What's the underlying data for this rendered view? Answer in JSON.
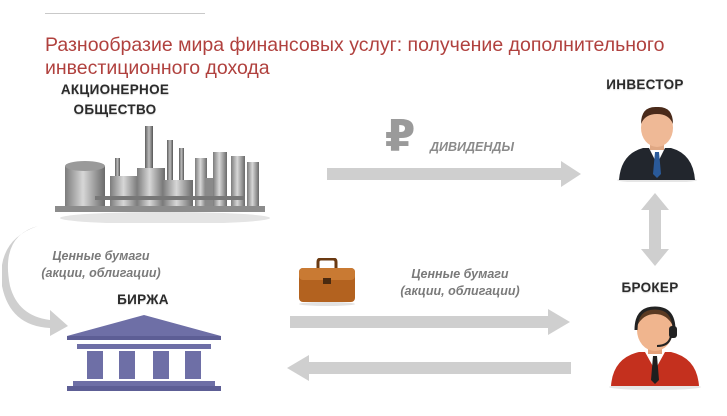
{
  "title": "Разнообразие мира финансовых услуг: получение дополнительного инвестиционного дохода",
  "nodes": {
    "company": "АКЦИОНЕРНОЕ ОБЩЕСТВО",
    "investor": "ИНВЕСТОР",
    "exchange": "БИРЖА",
    "broker": "БРОКЕР"
  },
  "flows": {
    "dividends": "ДИВИДЕНДЫ",
    "securities_left_line1": "Ценные бумаги",
    "securities_left_line2": "(акции, облигации)",
    "securities_mid_line1": "Ценные бумаги",
    "securities_mid_line2": "(акции, облигации)"
  },
  "icons": {
    "currency": "₽",
    "colors": {
      "accent": "#b0413e",
      "arrow": "#cfcfcf",
      "building": "#6e6fa6",
      "briefcase": "#b3621f"
    }
  }
}
